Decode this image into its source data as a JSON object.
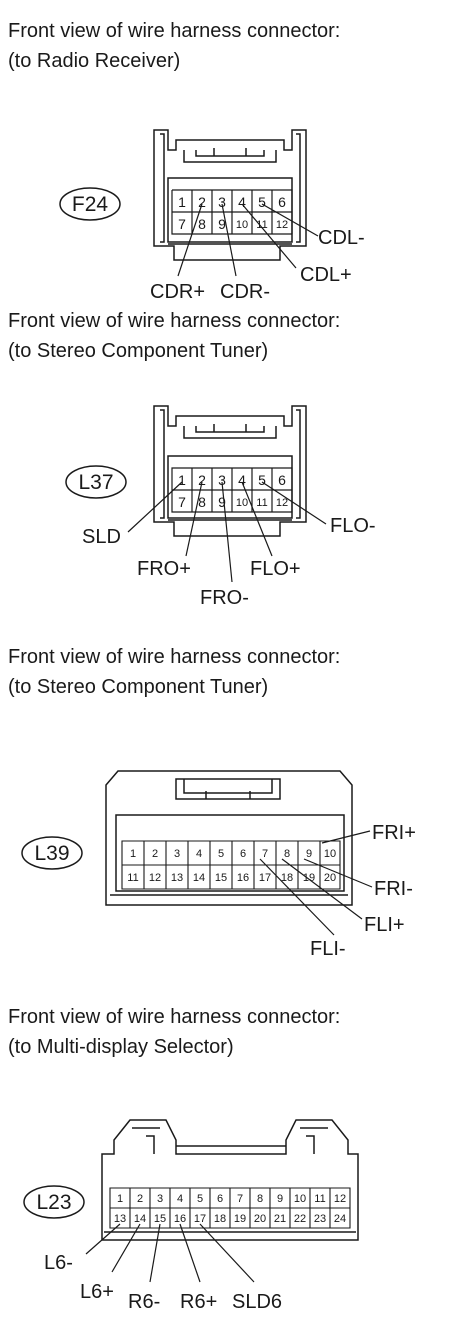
{
  "sections": [
    {
      "heading_line1": "Front view of wire harness connector:",
      "heading_line2": "(to Radio Receiver)",
      "connector_id": "F24",
      "pins_top": [
        "1",
        "2",
        "3",
        "4",
        "5",
        "6"
      ],
      "pins_bottom": [
        "7",
        "8",
        "9",
        "10",
        "11",
        "12"
      ],
      "labels": [
        "CDL-",
        "CDL+",
        "CDR+",
        "CDR-"
      ]
    },
    {
      "heading_line1": "Front view of wire harness connector:",
      "heading_line2": "(to Stereo Component Tuner)",
      "connector_id": "L37",
      "pins_top": [
        "1",
        "2",
        "3",
        "4",
        "5",
        "6"
      ],
      "pins_bottom": [
        "7",
        "8",
        "9",
        "10",
        "11",
        "12"
      ],
      "labels": [
        "SLD",
        "FRO+",
        "FRO-",
        "FLO+",
        "FLO-"
      ]
    },
    {
      "heading_line1": "Front view of wire harness connector:",
      "heading_line2": "(to Stereo Component Tuner)",
      "connector_id": "L39",
      "pins_top": [
        "1",
        "2",
        "3",
        "4",
        "5",
        "6",
        "7",
        "8",
        "9",
        "10"
      ],
      "pins_bottom": [
        "11",
        "12",
        "13",
        "14",
        "15",
        "16",
        "17",
        "18",
        "19",
        "20"
      ],
      "labels": [
        "FRI+",
        "FRI-",
        "FLI+",
        "FLI-"
      ]
    },
    {
      "heading_line1": "Front view of wire harness connector:",
      "heading_line2": "(to Multi-display Selector)",
      "connector_id": "L23",
      "pins_top": [
        "1",
        "2",
        "3",
        "4",
        "5",
        "6",
        "7",
        "8",
        "9",
        "10",
        "11",
        "12"
      ],
      "pins_bottom": [
        "13",
        "14",
        "15",
        "16",
        "17",
        "18",
        "19",
        "20",
        "21",
        "22",
        "23",
        "24"
      ],
      "labels": [
        "L6-",
        "L6+",
        "R6-",
        "R6+",
        "SLD6"
      ]
    }
  ]
}
